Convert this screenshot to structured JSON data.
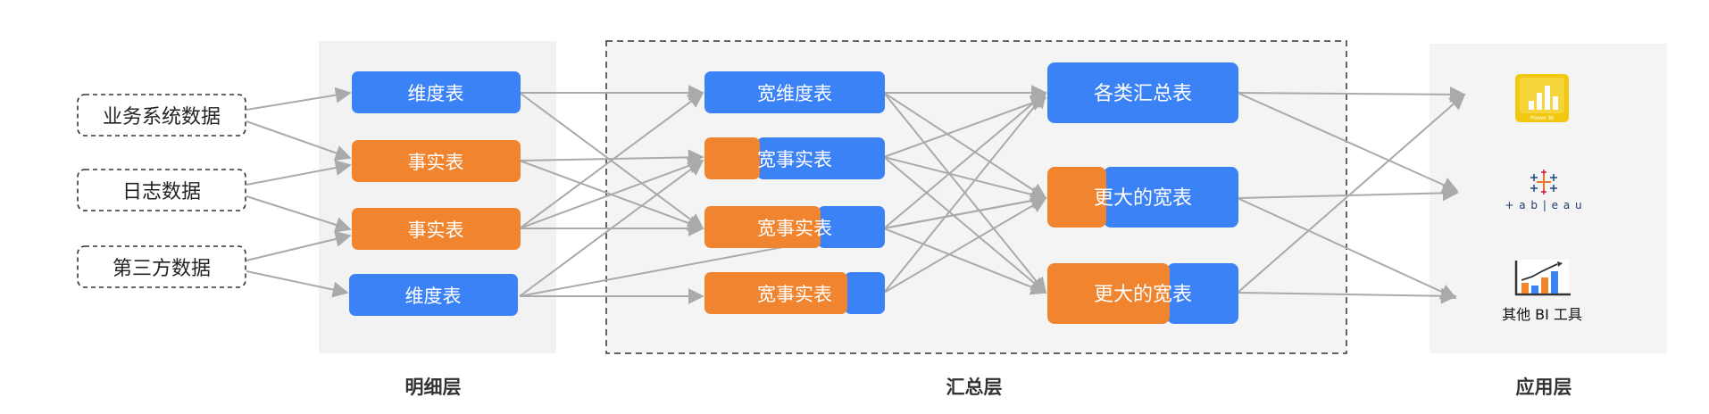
{
  "sources": [
    "业务系统数据",
    "日志数据",
    "第三方数据"
  ],
  "detail": {
    "title": "明细层",
    "tables": [
      "维度表",
      "事实表",
      "事实表",
      "维度表"
    ]
  },
  "summary": {
    "title": "汇总层",
    "wide_tables": [
      "宽维度表",
      "宽事实表",
      "宽事实表",
      "宽事实表"
    ],
    "big_tables": [
      "各类汇总表",
      "更大的宽表",
      "更大的宽表"
    ]
  },
  "app": {
    "title": "应用层",
    "tools": [
      "Power BI",
      "tableau",
      "其他 BI 工具"
    ],
    "powerbi_caption": "Power BI",
    "tableau_wordmark": "+ a b | e a u"
  },
  "colors": {
    "blue": "#3b82f6",
    "orange": "#f0842f",
    "panel": "#f2f2f2",
    "arrow": "#aaaaaa"
  }
}
